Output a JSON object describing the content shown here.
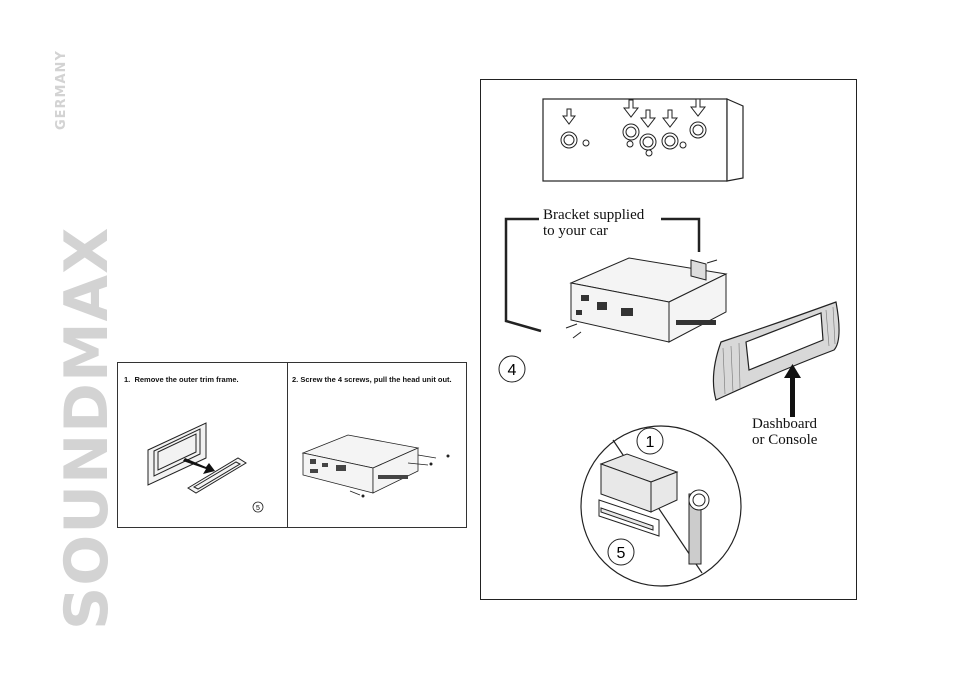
{
  "brand": {
    "name": "SOUNDMAX",
    "subtitle": "GERMANY"
  },
  "steps": [
    {
      "number": "1.",
      "text": "Remove the outer trim frame.",
      "badge": "5"
    },
    {
      "number": "2.",
      "text": "Screw the 4 screws, pull the head unit out."
    }
  ],
  "figure": {
    "bracket_label": "Bracket supplied to your car",
    "bracket_label_line1": "Bracket supplied",
    "bracket_label_line2": "to your car",
    "dashboard_label_line1": "Dashboard",
    "dashboard_label_line2": "or Console",
    "callout_4": "4",
    "callout_1": "1",
    "callout_5": "5"
  },
  "colors": {
    "brand_gray": "#d3d3d3",
    "line": "#222222"
  }
}
